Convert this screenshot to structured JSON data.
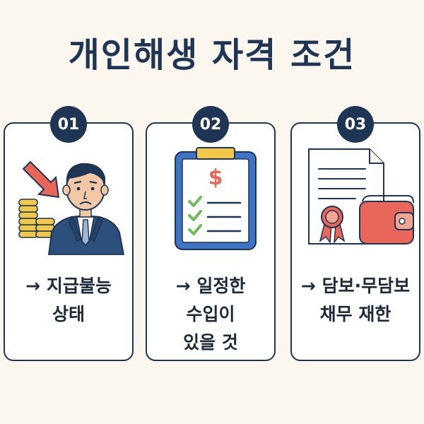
{
  "title": "개인해생 자격 조건",
  "cards": [
    {
      "number": "01",
      "lines": [
        "→ 지급불능",
        "상태"
      ],
      "icons": [
        "arrow-down-icon",
        "coin-stack-icon",
        "worried-businessman-icon"
      ]
    },
    {
      "number": "02",
      "lines": [
        "→ 일정한",
        "수입이",
        "있을 것"
      ],
      "icons": [
        "clipboard-icon",
        "dollar-sign-icon",
        "check-icon"
      ]
    },
    {
      "number": "03",
      "lines": [
        "→ 담보·무담보",
        "채무 재한"
      ],
      "icons": [
        "document-icon",
        "seal-ribbon-icon",
        "wallet-icon"
      ]
    }
  ],
  "colors": {
    "navy": "#1e3553",
    "background": "#fbf6ee",
    "accent_red": "#e8675a",
    "coin_gold": "#f2c84b",
    "check_green": "#6dbb5a",
    "clipboard_blue": "#3f73c4"
  }
}
